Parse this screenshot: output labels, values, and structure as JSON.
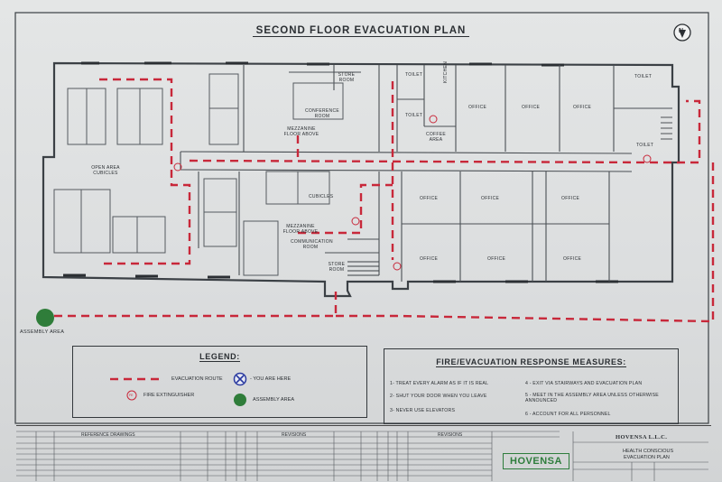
{
  "plan": {
    "title": "SECOND FLOOR EVACUATION PLAN",
    "north_symbol": "N",
    "rooms": {
      "open_area": "OPEN AREA CUBICLES",
      "conference": "CONFERENCE ROOM",
      "store_top": "STORE ROOM",
      "mezz_top": "MEZZANINE FLOOR ABOVE",
      "toilet_1": "TOILET",
      "toilet_2": "TOILET",
      "kitchen": "KITCHEN",
      "coffee": "COFFEE AREA",
      "office_t1": "OFFICE",
      "office_t2": "OFFICE",
      "office_t3": "OFFICE",
      "toilet_3": "TOILET",
      "toilet_4": "TOILET",
      "cubicles": "CUBICLES",
      "mezz_bottom": "MEZZANINE FLOOR ABOVE",
      "communication": "COMMUNICATION ROOM",
      "store_bottom": "STORE ROOM",
      "office_b1": "OFFICE",
      "office_b2": "OFFICE",
      "office_b3": "OFFICE",
      "office_b4": "OFFICE",
      "office_b5": "OFFICE",
      "office_b6": "OFFICE"
    },
    "assembly_label": "ASSEMBLY AREA"
  },
  "legend": {
    "title": "LEGEND:",
    "evacuation_route": "EVACUATION ROUTE",
    "fire_extinguisher": "FIRE EXTINGUISHER",
    "you_are_here": "- YOU ARE HERE",
    "assembly_area": "ASSEMBLY AREA",
    "extinguisher_mark": "FE"
  },
  "measures": {
    "title": "FIRE/EVACUATION RESPONSE MEASURES:",
    "items": [
      "1- TREAT EVERY ALARM AS IF IT IS REAL",
      "2- SHUT YOUR DOOR WHEN YOU LEAVE",
      "3- NEVER USE ELEVATORS",
      "4 - EXIT VIA STAIRWAYS AND EVACUATION PLAN",
      "5 - MEET IN THE ASSEMBLY AREA UNLESS OTHERWISE ANNOUNCED",
      "6 - ACCOUNT FOR ALL PERSONNEL"
    ]
  },
  "title_block": {
    "company": "HOVENSA L.L.C.",
    "logo": "HOVENSA",
    "project_line1": "HEALTH CONSCIOUS",
    "project_line2": "EVACUATION PLAN",
    "col_references": "REFERENCE DRAWINGS",
    "col_revisions_1": "REVISIONS",
    "col_revisions_2": "REVISIONS"
  },
  "colors": {
    "route": "#c8283a",
    "assembly": "#2f7d3a",
    "ink": "#2b2f33",
    "logo": "#2e7d3c"
  }
}
